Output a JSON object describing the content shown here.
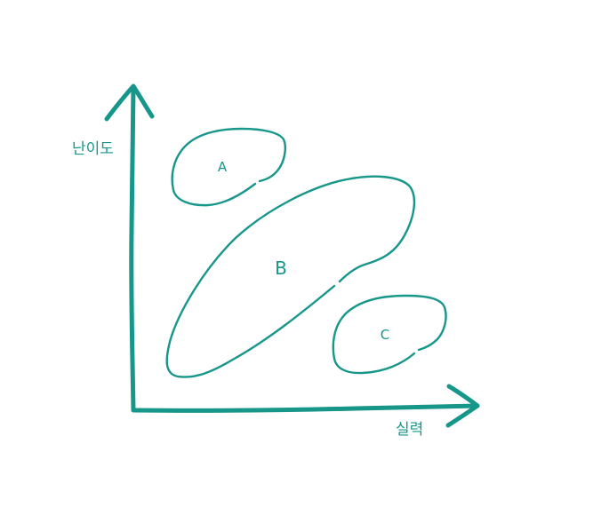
{
  "colors": {
    "stroke": "#17968a",
    "text": "#17968a",
    "background": "#ffffff"
  },
  "axes": {
    "y_label": "난이도",
    "x_label": "실력"
  },
  "regions": [
    {
      "label": "A"
    },
    {
      "label": "B"
    },
    {
      "label": "C"
    }
  ]
}
